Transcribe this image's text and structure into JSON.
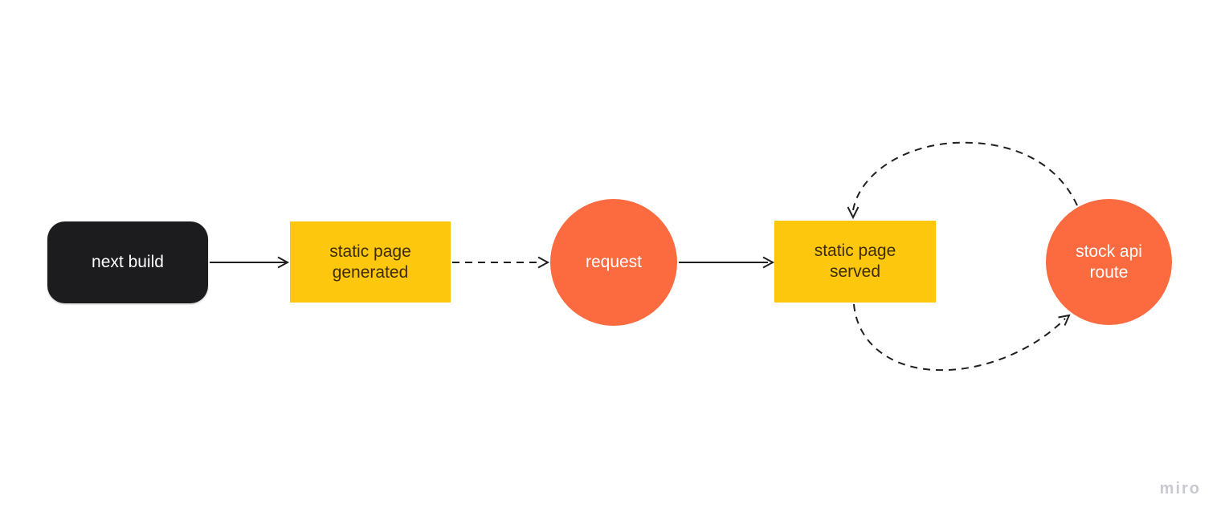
{
  "canvas": {
    "background": "#ffffff",
    "watermark": "miro"
  },
  "colors": {
    "node_black": "#1c1c1e",
    "node_yellow": "#fdc70e",
    "node_orange": "#fb6b3f",
    "yellow_text": "#3d2c0b",
    "white_text": "#ffffff",
    "connector": "#1f1f1f",
    "watermark_gray": "#c8cad0"
  },
  "diagram": {
    "nodes": [
      {
        "id": "next-build",
        "shape": "rounded-rectangle",
        "fill": "#1c1c1e",
        "label": "next build"
      },
      {
        "id": "static-page-generated",
        "shape": "rectangle",
        "fill": "#fdc70e",
        "label": "static page\ngenerated"
      },
      {
        "id": "request",
        "shape": "circle",
        "fill": "#fb6b3f",
        "label": "request"
      },
      {
        "id": "static-page-served",
        "shape": "rectangle",
        "fill": "#fdc70e",
        "label": "static page\nserved"
      },
      {
        "id": "stock-api-route",
        "shape": "circle",
        "fill": "#fb6b3f",
        "label": "stock api\nroute"
      }
    ],
    "connectors": [
      {
        "from": "next-build",
        "to": "static-page-generated",
        "style": "solid",
        "shape": "straight"
      },
      {
        "from": "static-page-generated",
        "to": "request",
        "style": "dashed",
        "shape": "straight"
      },
      {
        "from": "request",
        "to": "static-page-served",
        "style": "solid",
        "shape": "straight"
      },
      {
        "from": "stock-api-route",
        "to": "static-page-served",
        "style": "dashed",
        "shape": "curved-top"
      },
      {
        "from": "static-page-served",
        "to": "stock-api-route",
        "style": "dashed",
        "shape": "curved-bottom"
      }
    ]
  }
}
